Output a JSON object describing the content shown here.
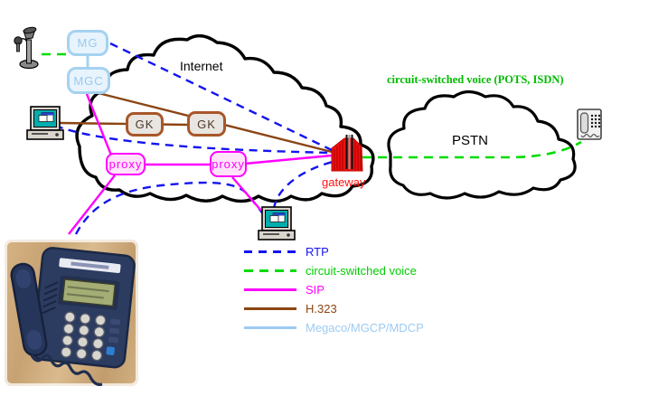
{
  "diagram": {
    "clouds": [
      {
        "label": "Internet"
      },
      {
        "label": "PSTN"
      }
    ],
    "nodes": {
      "mg": "MG",
      "mgc": "MGC",
      "gk1": "GK",
      "gk2": "GK",
      "proxy1": "proxy",
      "proxy2": "proxy"
    },
    "gateway_label": "gateway",
    "annotation": "circuit-switched voice (POTS, ISDN)",
    "icons": {
      "caller_phone": "candlestick-phone-icon",
      "left_computer": "pc-icon",
      "bottom_computer": "pc-icon",
      "pstn_phone": "keypad-phone-icon",
      "gateway": "gateway-icon",
      "ip_phone_photo": "desk-phone-photo"
    }
  },
  "legend": {
    "items": [
      {
        "label": "RTP",
        "color": "#1414F0",
        "style": "dashed"
      },
      {
        "label": "circuit-switched voice",
        "color": "#00CC00",
        "style": "dashed"
      },
      {
        "label": "SIP",
        "color": "#FF00FF",
        "style": "solid"
      },
      {
        "label": "H.323",
        "color": "#8B4513",
        "style": "solid"
      },
      {
        "label": "Megaco/MGCP/MDCP",
        "color": "#9CCBF2",
        "style": "solid"
      }
    ]
  },
  "colors": {
    "rtp_blue": "#1414F0",
    "voice_green": "#00DC00",
    "sip_magenta": "#FF00FF",
    "h323_brown": "#8B4513",
    "megaco_lightblue": "#A5D2F0",
    "gateway_red": "#EE1111",
    "cloud_outline": "#000000"
  }
}
